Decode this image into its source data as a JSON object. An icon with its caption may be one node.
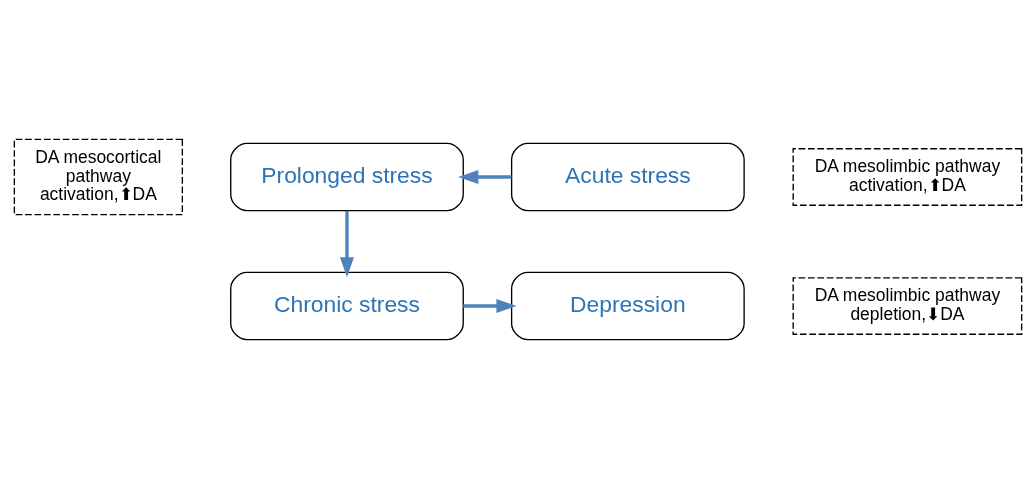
{
  "diagram": {
    "nodes": [
      {
        "text": [
          "DA mesocortical pathway activation,⬆DA"
        ]
      },
      {
        "text": [
          "Prolonged stress"
        ]
      },
      {
        "text": [
          "Acute stress"
        ]
      },
      {
        "text": [
          "DA mesolimbic pathway activation,⬆DA"
        ]
      },
      {
        "text": [
          "DA mesolimbic pathway depletion,⬇DA"
        ]
      },
      {
        "text": [
          "Chronic stress"
        ]
      },
      {
        "text": [
          "Depression"
        ]
      }
    ],
    "edges": [
      {
        "from": 2,
        "to": 1,
        "arrow": "to"
      },
      {
        "from": 1,
        "to": 5,
        "arrow": "to"
      },
      {
        "from": 5,
        "to": 6,
        "arrow": "to"
      }
    ]
  }
}
